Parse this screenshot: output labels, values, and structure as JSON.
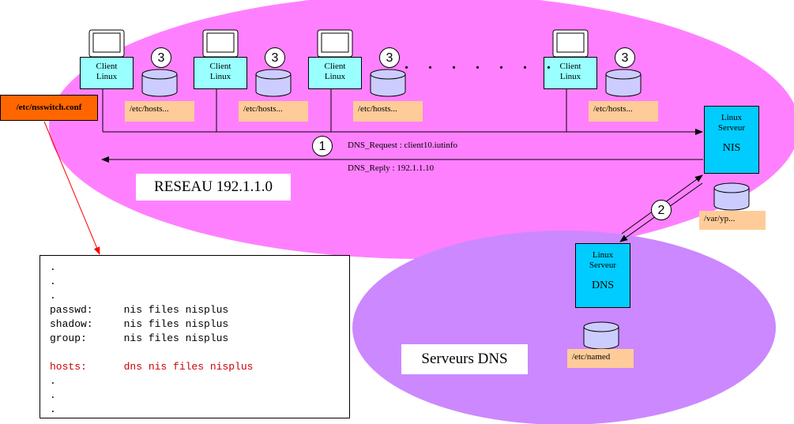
{
  "clients": [
    {
      "line1": "Client",
      "line2": "Linux",
      "step": "3",
      "file": "/etc/hosts..."
    },
    {
      "line1": "Client",
      "line2": "Linux",
      "step": "3",
      "file": "/etc/hosts..."
    },
    {
      "line1": "Client",
      "line2": "Linux",
      "step": "3",
      "file": "/etc/hosts..."
    },
    {
      "line1": "Client",
      "line2": "Linux",
      "step": "3",
      "file": "/etc/hosts..."
    }
  ],
  "ellipsis": ". . . . . . .",
  "nis_server": {
    "line1": "Linux",
    "line2": "Serveur",
    "name": "NIS",
    "file": "/var/yp..."
  },
  "dns_server": {
    "line1": "Linux",
    "line2": "Serveur",
    "name": "DNS",
    "file": "/etc/named"
  },
  "messages": {
    "step1": "1",
    "request": "DNS_Request : client10.iutinfo",
    "reply": "DNS_Reply : 192.1.1.10",
    "step2": "2"
  },
  "network_label": "RESEAU 192.1.1.0",
  "dns_zone_label": "Serveurs DNS",
  "nsswitch_label": "/etc/nsswitch.conf",
  "nsswitch_lines": [
    {
      "text": "."
    },
    {
      "text": "."
    },
    {
      "text": "."
    },
    {
      "text": "passwd:     nis files nisplus"
    },
    {
      "text": "shadow:     nis files nisplus"
    },
    {
      "text": "group:      nis files nisplus"
    },
    {
      "text": ""
    },
    {
      "text": "hosts:      dns nis files nisplus",
      "highlight": true
    },
    {
      "text": "."
    },
    {
      "text": "."
    },
    {
      "text": "."
    }
  ],
  "colors": {
    "network_zone": "#ff80ff",
    "dns_zone": "#cc88ff",
    "client_box": "#99ffff",
    "server_box": "#00ccff",
    "file_label": "#ffcc99",
    "nsswitch_label": "#ff6600",
    "highlight_text": "#cc0000",
    "database": "#ccccff"
  }
}
